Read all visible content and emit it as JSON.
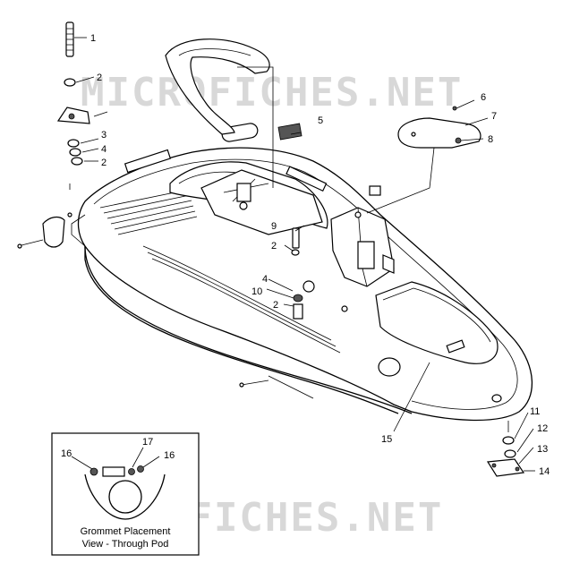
{
  "diagram": {
    "watermarks": [
      "MICROFICHES.NET",
      "MICROFICHES.NET"
    ],
    "callouts": [
      {
        "id": "c1",
        "text": "1"
      },
      {
        "id": "c2a",
        "text": "2"
      },
      {
        "id": "c3",
        "text": "3"
      },
      {
        "id": "c4a",
        "text": "4"
      },
      {
        "id": "c2b",
        "text": "2"
      },
      {
        "id": "c5",
        "text": "5"
      },
      {
        "id": "c6",
        "text": "6"
      },
      {
        "id": "c7",
        "text": "7"
      },
      {
        "id": "c8",
        "text": "8"
      },
      {
        "id": "c9",
        "text": "9"
      },
      {
        "id": "c2c",
        "text": "2"
      },
      {
        "id": "c4b",
        "text": "4"
      },
      {
        "id": "c10",
        "text": "10"
      },
      {
        "id": "c2d",
        "text": "2"
      },
      {
        "id": "c11",
        "text": "11"
      },
      {
        "id": "c12",
        "text": "12"
      },
      {
        "id": "c13",
        "text": "13"
      },
      {
        "id": "c14",
        "text": "14"
      },
      {
        "id": "c15",
        "text": "15"
      },
      {
        "id": "c16a",
        "text": "16"
      },
      {
        "id": "c17",
        "text": "17"
      },
      {
        "id": "c16b",
        "text": "16"
      }
    ],
    "inset": {
      "caption_line1": "Grommet Placement",
      "caption_line2": "View - Through Pod"
    }
  }
}
